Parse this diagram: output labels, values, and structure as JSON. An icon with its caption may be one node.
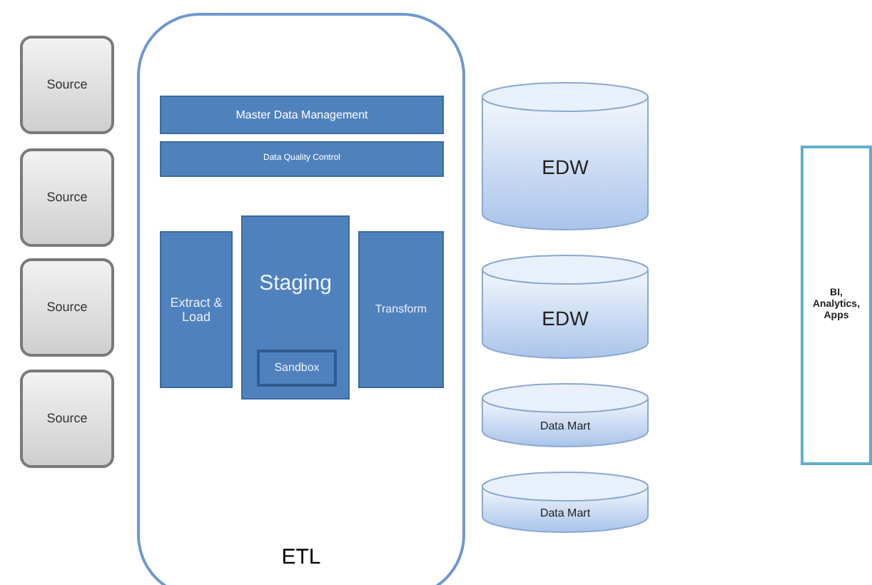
{
  "diagram": {
    "nodes": [
      {
        "text": [
          "Source"
        ]
      },
      {
        "text": [
          "Source"
        ]
      },
      {
        "text": [
          "Source"
        ]
      },
      {
        "text": [
          "Source"
        ]
      },
      {
        "text": [
          "ETL"
        ]
      },
      {
        "text": [
          "Master Data Management"
        ],
        "in": 4
      },
      {
        "text": [
          "Data Quality Control"
        ],
        "in": 4
      },
      {
        "text": [
          "Extract & Load"
        ],
        "in": 4
      },
      {
        "text": [
          "Staging"
        ],
        "in": 4
      },
      {
        "text": [
          "Sandbox"
        ],
        "in": 8
      },
      {
        "text": [
          "Transform"
        ],
        "in": 4
      },
      {
        "text": [
          "EDW"
        ]
      },
      {
        "text": [
          "EDW"
        ]
      },
      {
        "text": [
          "Data Mart"
        ]
      },
      {
        "text": [
          "Data Mart"
        ]
      },
      {
        "text": [
          "BI, Analytics, Apps"
        ]
      }
    ]
  }
}
